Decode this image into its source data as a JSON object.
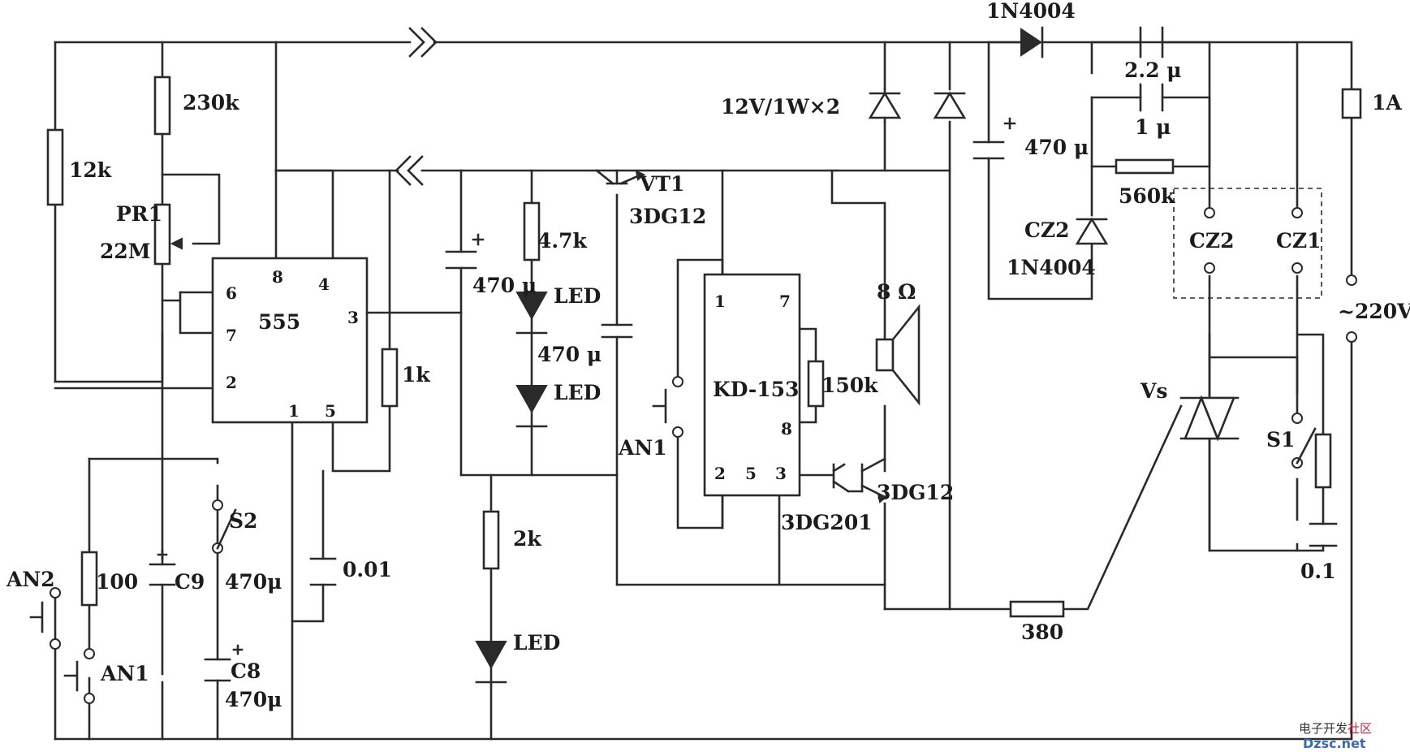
{
  "labels": {
    "r230k": "230k",
    "r12k": "12k",
    "pr1": "PR1",
    "pr1_value": "22M",
    "ic555": "555",
    "p8": "8",
    "p4": "4",
    "p6": "6",
    "p7": "7",
    "p3": "3",
    "p2": "2",
    "p1": "1",
    "p5": "5",
    "r1k": "1k",
    "r100": "100",
    "c9": "C9",
    "c8": "C8",
    "s2": "S2",
    "c9_value": "470μ",
    "c8_value": "470μ",
    "c001": "0.01",
    "an2": "AN2",
    "an1_left": "AN1",
    "c470_a": "470 μ",
    "r4k7": "4.7k",
    "led1": "LED",
    "c470_b": "470 μ",
    "led2": "LED",
    "r2k": "2k",
    "led3": "LED",
    "vt1": "VT1",
    "vt1_type": "3DG12",
    "an1_mid": "AN1",
    "kd153": "KD-153",
    "kp1": "1",
    "kp7": "7",
    "kp8": "8",
    "kp2": "2",
    "kp5": "5",
    "kp3": "3",
    "r150k": "150k",
    "spk": "8 Ω",
    "q3dg201": "3DG201",
    "q3dg12": "3DG12",
    "zener": "12V/1W×2",
    "d1n4004_top": "1N4004",
    "c2u2": "2.2 μ",
    "c1u": "1 μ",
    "c470_c": "470 μ",
    "r560k": "560k",
    "cz2_diode": "CZ2",
    "d1n4004_bot": "1N4004",
    "cz2": "CZ2",
    "cz1": "CZ1",
    "fuse": "1A",
    "mains": "~220V",
    "vs": "Vs",
    "s1": "S1",
    "c01": "0.1",
    "r380": "380"
  },
  "watermark": {
    "part1": "电子开发",
    "part2": "社区",
    "part3": "Dzsc.net"
  }
}
